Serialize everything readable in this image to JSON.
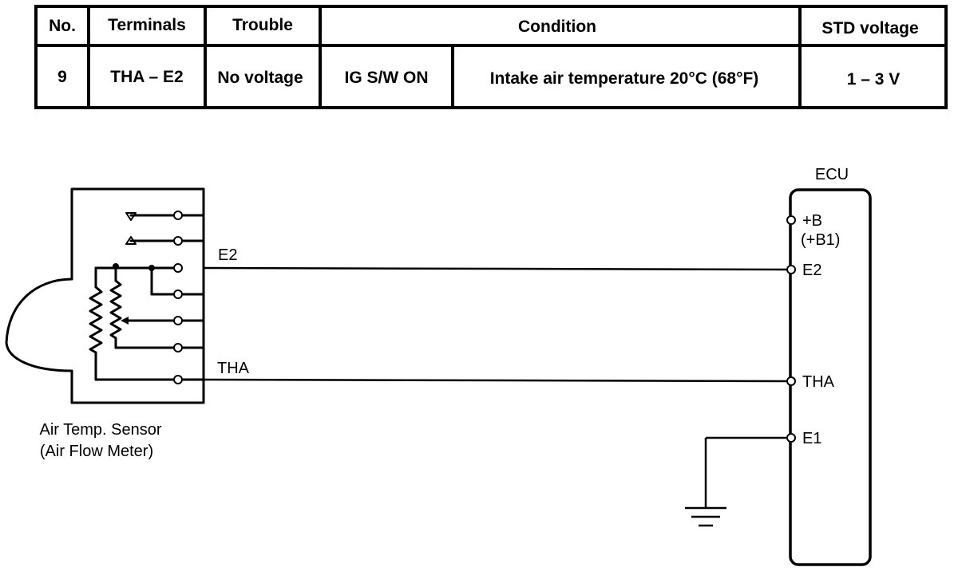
{
  "table": {
    "headers": {
      "no": "No.",
      "terminals": "Terminals",
      "trouble": "Trouble",
      "condition": "Condition",
      "std_voltage": "STD voltage"
    },
    "row": {
      "no": "9",
      "terminals": "THA – E2",
      "trouble": "No voltage",
      "condition_switch": "IG S/W ON",
      "condition_detail": "Intake air temperature 20°C (68°F)",
      "std_voltage": "1 – 3 V"
    }
  },
  "diagram": {
    "ecu": {
      "title": "ECU",
      "terminal_b": "+B",
      "terminal_b_alt": "(+B1)",
      "terminal_e2": "E2",
      "terminal_tha": "THA",
      "terminal_e1": "E1"
    },
    "wires": {
      "e2_label": "E2",
      "tha_label": "THA"
    },
    "sensor": {
      "name_line1": "Air Temp. Sensor",
      "name_line2": "(Air Flow Meter)"
    }
  }
}
